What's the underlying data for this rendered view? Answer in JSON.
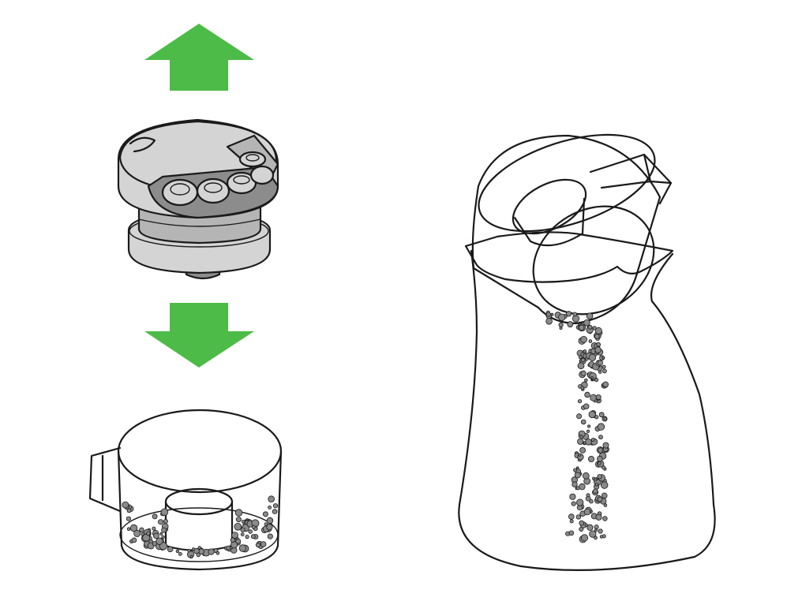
{
  "colors": {
    "arrow_green": "#4cbb47",
    "part_light_grey": "#d4d4d4",
    "part_mid_grey": "#b5b5b5",
    "part_dark_grey": "#8c8c8c",
    "particle_grey": "#8a8a8a",
    "outline": "#1a1a1a",
    "background": "#ffffff"
  },
  "icons": {
    "up_arrow": "up-arrow-icon",
    "down_arrow": "down-arrow-icon"
  },
  "scene": {
    "steps": [
      {
        "name": "lift-cyclone-up",
        "icon": "up-arrow-icon"
      },
      {
        "name": "cyclone-assembly"
      },
      {
        "name": "lower-into-bin",
        "icon": "down-arrow-icon"
      },
      {
        "name": "dust-bin-with-debris"
      },
      {
        "name": "empty-bin-into-bag"
      }
    ]
  }
}
